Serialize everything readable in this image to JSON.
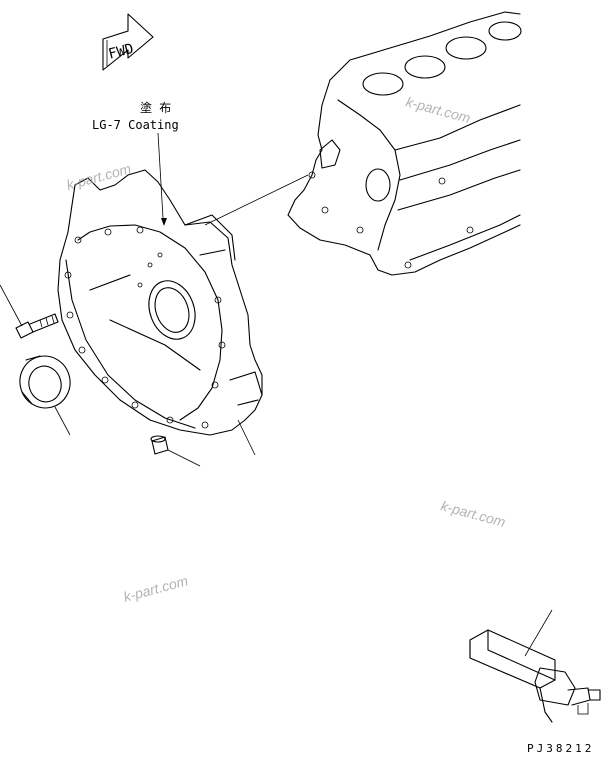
{
  "labels": {
    "forward_arrow": "FWD",
    "coating_jp": "塗 布",
    "coating_en": "LG-7 Coating",
    "drawing_number": "PJ38212"
  },
  "watermarks": [
    "k-part.com",
    "k-part.com",
    "k-part.com",
    "k-part.com"
  ]
}
